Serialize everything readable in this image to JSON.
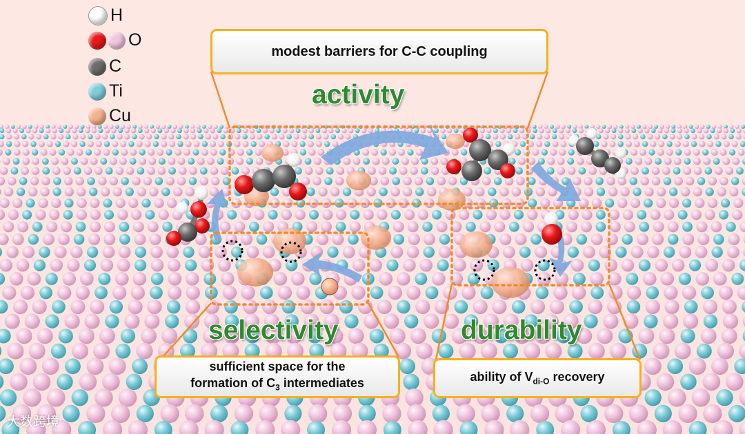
{
  "legend": {
    "items": [
      {
        "label": "H",
        "colors": [
          "#ffffff"
        ],
        "icon": "hydrogen-atom-icon"
      },
      {
        "label": "O",
        "colors": [
          "#e8181a",
          "#f1c6de"
        ],
        "icon": "oxygen-atom-icon"
      },
      {
        "label": "C",
        "colors": [
          "#6b6b6b"
        ],
        "icon": "carbon-atom-icon"
      },
      {
        "label": "Ti",
        "colors": [
          "#7fcdd9"
        ],
        "icon": "titanium-atom-icon"
      },
      {
        "label": "Cu",
        "colors": [
          "#f5b18e"
        ],
        "icon": "copper-atom-icon"
      }
    ]
  },
  "callouts": {
    "top": "modest barriers for C-C coupling",
    "left_line1": "sufficient space for the",
    "left_line2_pre": "formation of C",
    "left_line2_sub": "3",
    "left_line2_post": " intermediates",
    "right_pre": "ability of V",
    "right_sub": "di-O",
    "right_post": " recovery"
  },
  "keywords": {
    "activity": "activity",
    "selectivity": "selectivity",
    "durability": "durability"
  },
  "watermark": "大数跨境",
  "colors": {
    "keyword_green": "#2f8a2f",
    "callout_border": "#f2b11c",
    "dotted_box": "#f08a2a",
    "arrow_blue": "#7fa9de",
    "oxygen_surface": "#f1c6de",
    "titanium": "#7fcdd9",
    "copper": "#f5b18e",
    "oxygen_red": "#e8181a",
    "carbon": "#6b6b6b"
  }
}
